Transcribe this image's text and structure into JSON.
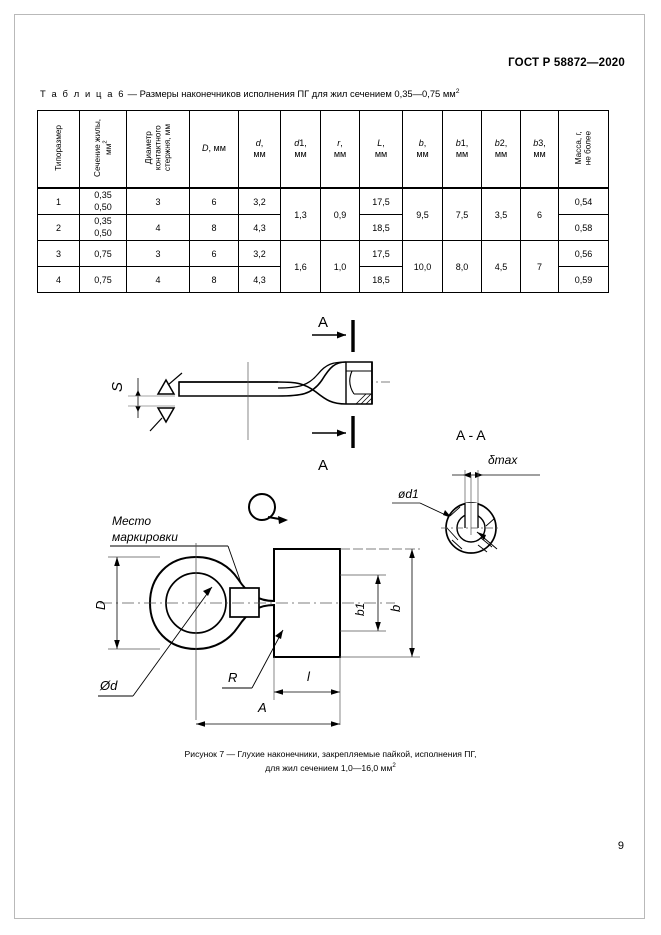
{
  "document": {
    "standard_header": "ГОСТ Р 58872—2020",
    "page_number": "9"
  },
  "table": {
    "caption_label": "Т а б л и ц а  6",
    "caption_dash": " — ",
    "caption_text": "Размеры наконечников исполнения ПГ для жил сечением 0,35—0,75 мм",
    "caption_sup": "2",
    "headers": [
      {
        "id": "tiporazmer",
        "text": "Типоразмер",
        "vertical": true
      },
      {
        "id": "sechenie",
        "text": "Сечение жилы,\nмм²",
        "vertical": true
      },
      {
        "id": "diametr",
        "text": "Диаметр\nконтактного\nстержня, мм",
        "vertical": true
      },
      {
        "id": "D",
        "sym": "D",
        "unit": "мм",
        "inline": true
      },
      {
        "id": "d",
        "sym": "d",
        "unit": "мм"
      },
      {
        "id": "d1",
        "sym": "d1",
        "unit": "мм"
      },
      {
        "id": "r",
        "sym": "r",
        "unit": "мм"
      },
      {
        "id": "L",
        "sym": "L",
        "unit": "мм"
      },
      {
        "id": "b",
        "sym": "b",
        "unit": "мм"
      },
      {
        "id": "b1",
        "sym": "b1",
        "unit": "мм"
      },
      {
        "id": "b2",
        "sym": "b2",
        "unit": "мм"
      },
      {
        "id": "b3",
        "sym": "b3",
        "unit": "мм"
      },
      {
        "id": "massa",
        "text": "Масса, г,\nне более",
        "vertical": true
      }
    ],
    "rows": [
      {
        "tiporazmer": "1",
        "sechenie": "0,35\n0,50",
        "diametr": "3",
        "D": "6",
        "d": "3,2",
        "d1": "1,3",
        "r": "0,9",
        "L": "17,5",
        "b": "9,5",
        "b1": "7,5",
        "b2": "3,5",
        "b3": "6",
        "massa": "0,54"
      },
      {
        "tiporazmer": "2",
        "sechenie": "0,35\n0,50",
        "diametr": "4",
        "D": "8",
        "d": "4,3",
        "L": "18,5",
        "massa": "0,58"
      },
      {
        "tiporazmer": "3",
        "sechenie": "0,75",
        "diametr": "3",
        "D": "6",
        "d": "3,2",
        "d1": "1,6",
        "r": "1,0",
        "L": "17,5",
        "b": "10,0",
        "b1": "8,0",
        "b2": "4,5",
        "b3": "7",
        "massa": "0,56"
      },
      {
        "tiporazmer": "4",
        "sechenie": "0,75",
        "diametr": "4",
        "D": "8",
        "d": "4,3",
        "L": "18,5",
        "massa": "0,59"
      }
    ]
  },
  "drawing": {
    "section_arrow_top": "A",
    "section_arrow_bottom": "A",
    "thickness_label": "S",
    "section_view_title": "A - A",
    "section_dia_label": "ød1",
    "section_gap_label": "δmax",
    "marking_label_line1": "Место",
    "marking_label_line2": "маркировки",
    "dim_D": "D",
    "dim_Od": "Ød",
    "dim_R": "R",
    "dim_l": "l",
    "dim_A": "A",
    "dim_b": "b",
    "dim_b1": "b1"
  },
  "figure_caption": {
    "line1": "Рисунок 7 — Глухие наконечники, закрепляемые пайкой, исполнения ПГ,",
    "line2_pre": "для жил сечением 1,0—16,0 мм",
    "line2_sup": "2"
  }
}
